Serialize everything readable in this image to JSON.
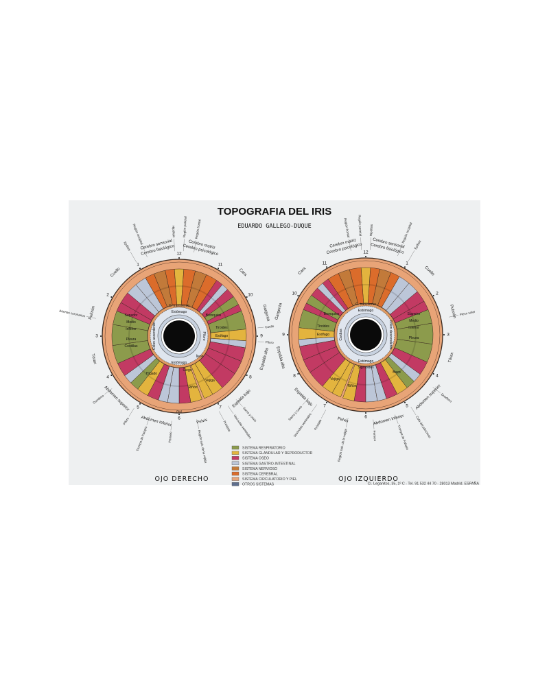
{
  "header": {
    "title": "TOPOGRAFIA DEL IRIS",
    "author": "EDUARDO GALLEGO-DUQUE"
  },
  "colors": {
    "respiratorio": "#8c9b4c",
    "glandular": "#e3b43e",
    "oseo": "#c23a63",
    "gastro": "#bcc6d8",
    "nervioso": "#c27a3a",
    "cerebral": "#db6c2b",
    "circulatorio": "#e6a57c",
    "otros": "#5f6f8e",
    "background": "#eef0f1",
    "pupil": "#0a0a0a"
  },
  "legend": [
    {
      "label": "SISTEMA RESPIRATORIO",
      "color": "#8c9b4c"
    },
    {
      "label": "SISTEMA GLANDULAR Y REPRODUCTOR",
      "color": "#e3b43e"
    },
    {
      "label": "SISTEMA OSEO",
      "color": "#c23a63"
    },
    {
      "label": "SISTEMA GASTRO-INTESTINAL",
      "color": "#bcc6d8"
    },
    {
      "label": "SISTEMA NERVIOSO",
      "color": "#c27a3a"
    },
    {
      "label": "SISTEMA CEREBRAL",
      "color": "#db6c2b"
    },
    {
      "label": "SISTEMA CIRCULATORIO Y PIEL",
      "color": "#e6a57c"
    },
    {
      "label": "OTROS SISTEMAS",
      "color": "#5f6f8e"
    }
  ],
  "address": "C/. Leganitos, 35, 1º C - Tel. 91 532 44 70 - 28013 Madrid. ESPAÑA",
  "right_eye": {
    "name": "OJO DERECHO",
    "clock": [
      "1",
      "2",
      "3",
      "4",
      "5",
      "6",
      "7",
      "8",
      "9",
      "10",
      "11",
      "12"
    ],
    "zones": [
      "Cerebro sensorial",
      "Cerebro fisiológico",
      "Cerebro matriz",
      "Cerebro psicológico",
      "Cuello",
      "Pulmón",
      "Tórax",
      "Abdomen superior",
      "Abdomen inferior",
      "Pelvis",
      "Espalda bajo",
      "Espalda alta",
      "Gargenta",
      "Cara",
      "Piel"
    ],
    "pointers": [
      "Epífisis",
      "Región occipital",
      "Hipófisis",
      "Región parietal",
      "Región frontal",
      "Arterias coronarios",
      "Duodeno",
      "Píloro",
      "Trompa de Falopio",
      "Perineo",
      "Región sub. de la vejiga",
      "Próstata",
      "Vesículas seminales",
      "Sacro y coxis",
      "Cuello",
      "Píloro"
    ],
    "inner": [
      "Estómago",
      "Estómago",
      "Píloro",
      "C. transverso",
      "Colon ascendente",
      "Ciego",
      "Íleon",
      "Hígado",
      "Tiroides",
      "Esófago",
      "Bronquios",
      "Superior",
      "Medio",
      "Inferior",
      "Pleura",
      "Costillas",
      "Riñón",
      "Vejiga"
    ]
  },
  "left_eye": {
    "name": "OJO IZQUIERDO",
    "clock": [
      "1",
      "2",
      "3",
      "4",
      "5",
      "6",
      "7",
      "8",
      "9",
      "10",
      "11",
      "12"
    ],
    "zones": [
      "Cerebro sensorial",
      "Cerebro fisiológico",
      "Cerebro matriz",
      "Cerebro psicológico",
      "Cuello",
      "Pulmón",
      "Tórax",
      "Abdomen superior",
      "Abdomen inferior",
      "Pelvis",
      "Espalda bajo",
      "Espalda alta",
      "Gargenta",
      "Cara"
    ],
    "pointers": [
      "Epífisis",
      "Región occipital",
      "Hipófisis",
      "Región parietal",
      "Región frontal",
      "Plexo solar",
      "Duodeno",
      "Cola del páncreas",
      "Trompa de Falopio",
      "Perineo",
      "Región sub. de la vejiga",
      "Próstata",
      "Vesículas seminales",
      "Sacro y coxis"
    ],
    "inner": [
      "Estómago",
      "Estómago",
      "C. transverso",
      "Colon descendente",
      "Sigmoides",
      "Cardias",
      "Tiroides",
      "Esófago",
      "Bronquios",
      "Bazo",
      "Superior",
      "Medio",
      "Inferior",
      "Pleura",
      "Riñón",
      "Vejiga"
    ]
  }
}
